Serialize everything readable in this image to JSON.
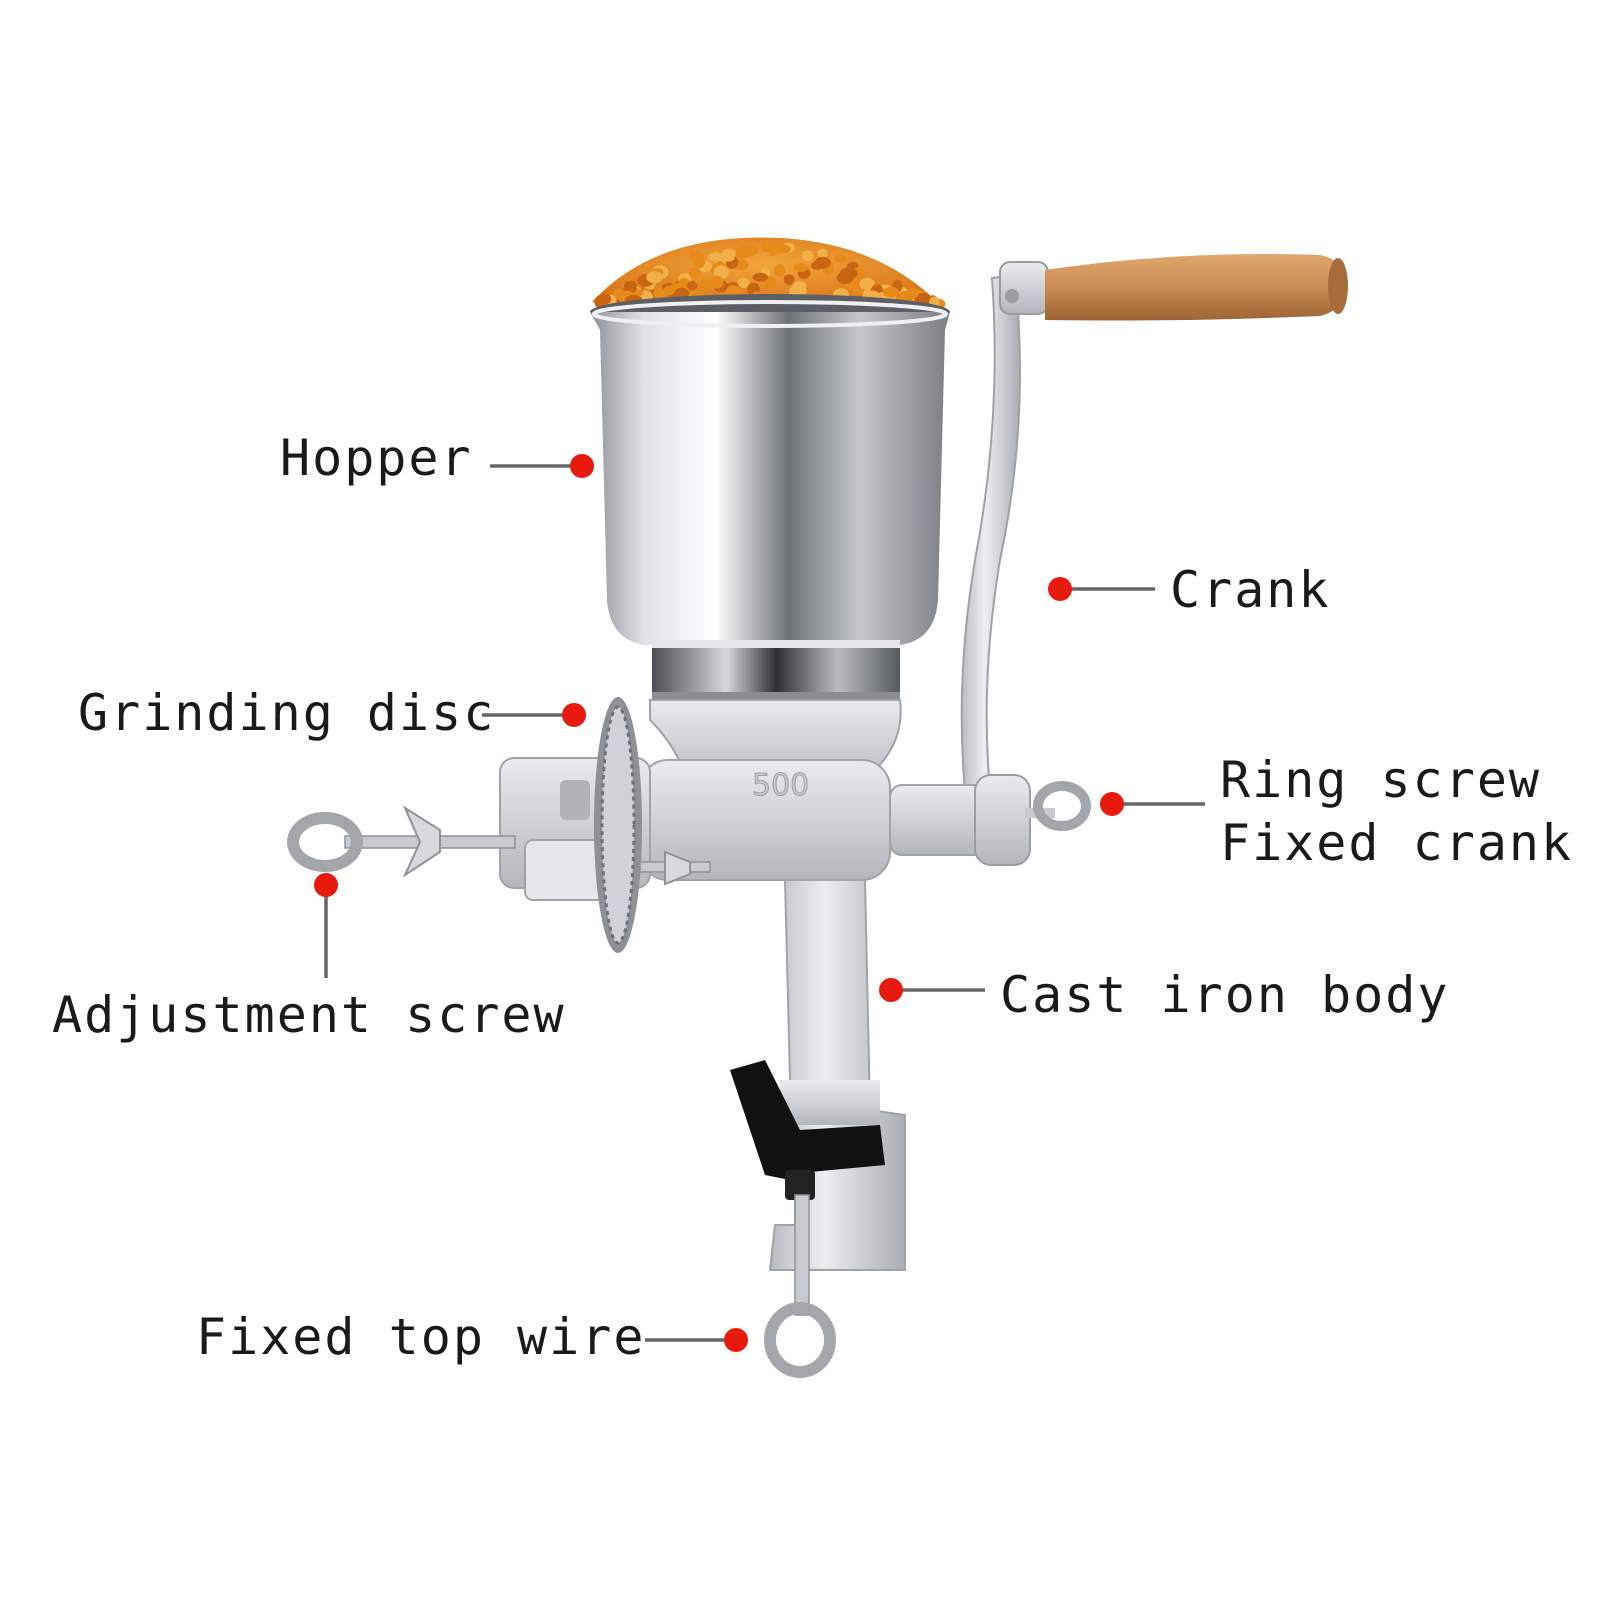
{
  "colors": {
    "accent_dot": "#e8190f",
    "leader_line": "#666666",
    "metal": "#c9ccd1",
    "corn": "#e68a1c",
    "wood_handle": "#c98b52",
    "clamp_pad": "#111111"
  },
  "labels": {
    "hopper": "Hopper",
    "crank": "Crank",
    "grinding_disc": "Grinding disc",
    "ring_screw_line1": "Ring screw",
    "ring_screw_line2": "Fixed crank",
    "adjustment_screw": "Adjustment screw",
    "cast_iron_body": "Cast iron body",
    "fixed_top_wire": "Fixed top wire"
  },
  "body_marking": "500"
}
